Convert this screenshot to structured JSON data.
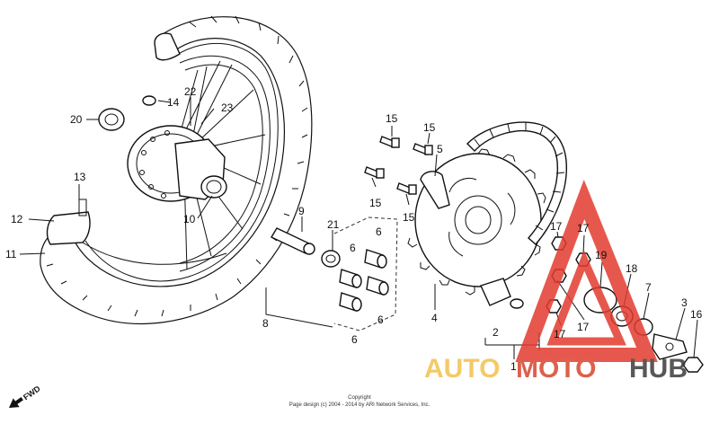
{
  "diagram": {
    "callouts": [
      {
        "id": "c22",
        "label": "22"
      },
      {
        "id": "c14",
        "label": "14"
      },
      {
        "id": "c23",
        "label": "23"
      },
      {
        "id": "c20",
        "label": "20"
      },
      {
        "id": "c13",
        "label": "13"
      },
      {
        "id": "c12",
        "label": "12"
      },
      {
        "id": "c11",
        "label": "11"
      },
      {
        "id": "c10",
        "label": "10"
      },
      {
        "id": "c9",
        "label": "9"
      },
      {
        "id": "c21",
        "label": "21"
      },
      {
        "id": "c8",
        "label": "8"
      },
      {
        "id": "c6a",
        "label": "6"
      },
      {
        "id": "c6b",
        "label": "6"
      },
      {
        "id": "c6c",
        "label": "6"
      },
      {
        "id": "c6d",
        "label": "6"
      },
      {
        "id": "c15a",
        "label": "15"
      },
      {
        "id": "c15b",
        "label": "15"
      },
      {
        "id": "c15c",
        "label": "15"
      },
      {
        "id": "c15d",
        "label": "15"
      },
      {
        "id": "c5",
        "label": "5"
      },
      {
        "id": "c4",
        "label": "4"
      },
      {
        "id": "c17a",
        "label": "17"
      },
      {
        "id": "c17b",
        "label": "17"
      },
      {
        "id": "c17c",
        "label": "17"
      },
      {
        "id": "c17d",
        "label": "17"
      },
      {
        "id": "c19",
        "label": "19"
      },
      {
        "id": "c18",
        "label": "18"
      },
      {
        "id": "c7",
        "label": "7"
      },
      {
        "id": "c3",
        "label": "3"
      },
      {
        "id": "c16",
        "label": "16"
      },
      {
        "id": "c2",
        "label": "2"
      },
      {
        "id": "c1",
        "label": "1"
      }
    ],
    "fwd_label": "FWD",
    "copyright": {
      "line1": "Copyright",
      "line2": "Page design (c) 2004 - 2014 by ARI Network Services, Inc."
    }
  },
  "watermark": {
    "part1": "AUTO",
    "part2": "MOTO",
    "part3": "HUB",
    "colors": {
      "auto": "#f2c14e",
      "moto": "#d8452e",
      "hub": "#3c3c3c",
      "triangle": "#e23b2e"
    }
  }
}
